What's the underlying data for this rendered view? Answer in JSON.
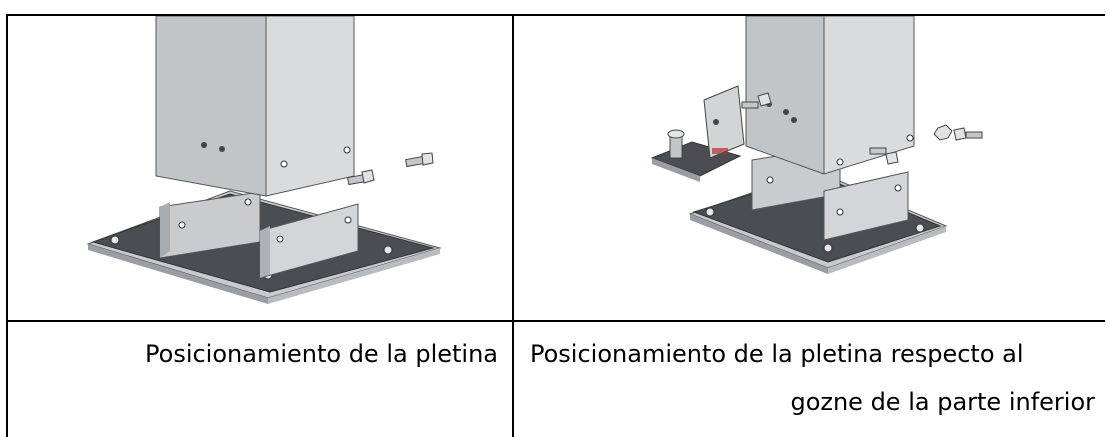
{
  "captions": {
    "left": "Posicionamiento de la pletina",
    "right_line1": "Posicionamiento de la pletina respecto al",
    "right_line2": "gozne de la parte inferior"
  },
  "figures": {
    "left": "post-base-plate-assembly",
    "right": "post-base-plate-with-hinge-assembly"
  },
  "colors": {
    "metal_light": "#d6d8da",
    "metal_mid": "#bfc2c5",
    "metal_dark": "#a7aaae",
    "plate": "#4a4d52",
    "border": "#000000"
  }
}
